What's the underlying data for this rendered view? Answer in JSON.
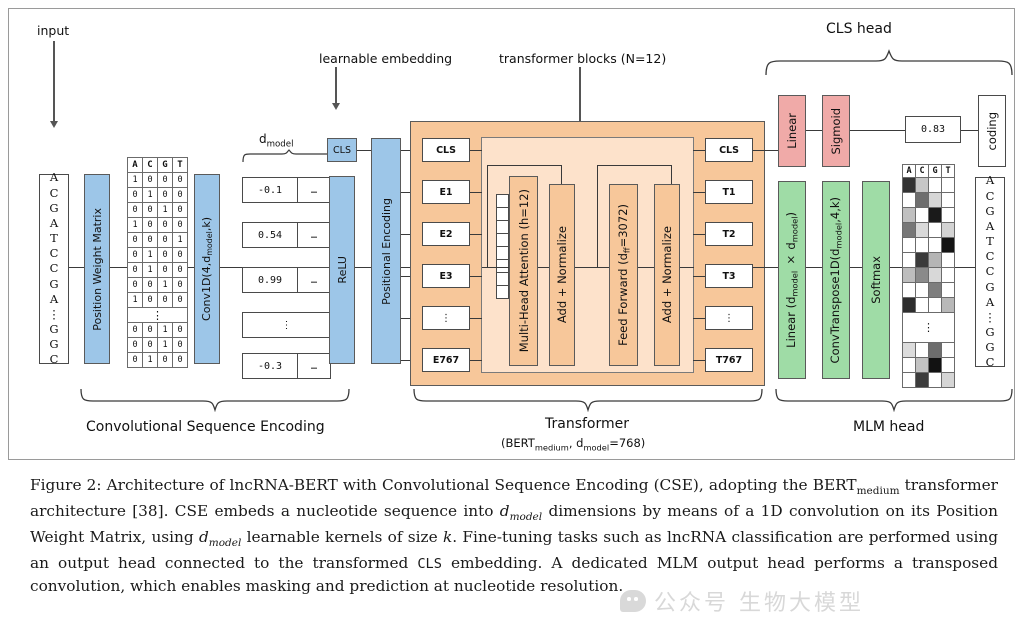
{
  "figure": {
    "annotations": {
      "input": "input",
      "learnable_embedding": "learnable embedding",
      "transformer_blocks": "transformer blocks (N=12)",
      "cls_head": "CLS head",
      "d_model": "d",
      "d_model_sub": "model"
    },
    "input_sequence": [
      "A",
      "C",
      "G",
      "A",
      "T",
      "C",
      "C",
      "G",
      "A",
      "⋮",
      "G",
      "G",
      "C"
    ],
    "output_sequence": [
      "A",
      "C",
      "G",
      "A",
      "T",
      "C",
      "C",
      "G",
      "A",
      "⋮",
      "G",
      "G",
      "C"
    ],
    "pwm": {
      "label": "Position Weight Matrix",
      "headers": [
        "A",
        "C",
        "G",
        "T"
      ],
      "rows_top": [
        [
          1,
          0,
          0,
          0
        ],
        [
          0,
          1,
          0,
          0
        ],
        [
          0,
          0,
          1,
          0
        ],
        [
          1,
          0,
          0,
          0
        ],
        [
          0,
          0,
          0,
          1
        ],
        [
          0,
          1,
          0,
          0
        ],
        [
          0,
          1,
          0,
          0
        ],
        [
          0,
          0,
          1,
          0
        ],
        [
          1,
          0,
          0,
          0
        ]
      ],
      "ellipsis": "⋮",
      "rows_bottom": [
        [
          0,
          0,
          1,
          0
        ],
        [
          0,
          0,
          1,
          0
        ],
        [
          0,
          1,
          0,
          0
        ]
      ]
    },
    "conv1d": {
      "label": "Conv1D(4,d",
      "label_sub": "model",
      "label_tail": ",k)"
    },
    "embeddings": {
      "values": [
        "-0.1",
        "0.54",
        "0.99",
        "⋮",
        "-0.3"
      ],
      "ellipsis_cell": "…"
    },
    "relu": {
      "label": "ReLU"
    },
    "positional_encoding": {
      "label": "Positional Encoding"
    },
    "cls_token": {
      "label": "CLS"
    },
    "transformer": {
      "input_tokens": [
        "CLS",
        "E1",
        "E2",
        "E3",
        "⋮",
        "E767"
      ],
      "output_tokens": [
        "CLS",
        "T1",
        "T2",
        "T3",
        "⋮",
        "T767"
      ],
      "mha": {
        "label": "Multi-Head Attention (h=12)"
      },
      "add_norm_1": {
        "label": "Add + Normalize"
      },
      "ffn": {
        "label": "Feed Forward (d",
        "label_sub": "ff",
        "label_tail": "=3072)"
      },
      "add_norm_2": {
        "label": "Add + Normalize"
      },
      "brace_label": "Transformer",
      "brace_sub_pre": "(BERT",
      "brace_sub_sub": "medium",
      "brace_sub_mid": ", d",
      "brace_sub_sub2": "model",
      "brace_sub_tail": "=768)"
    },
    "cse": {
      "brace_label": "Convolutional Sequence Encoding"
    },
    "cls_head_blocks": {
      "linear": "Linear",
      "sigmoid": "Sigmoid",
      "score": "0.83",
      "prediction": "coding"
    },
    "mlm_head": {
      "brace_label": "MLM head",
      "linear_pre": "Linear (d",
      "linear_sub1": "model",
      "linear_mid": " × d",
      "linear_sub2": "model",
      "linear_tail": ")",
      "convtranspose_pre": "ConvTranspose1D(d",
      "convtranspose_sub": "model",
      "convtranspose_tail": ",4,k)",
      "softmax": "Softmax",
      "heatmap": {
        "headers": [
          "A",
          "C",
          "G",
          "T"
        ],
        "rows_top": [
          [
            "#333333",
            "#c7c7c7",
            "#ffffff",
            "#ffffff"
          ],
          [
            "#ffffff",
            "#6e6e6e",
            "#d6d6d6",
            "#ffffff"
          ],
          [
            "#c0c0c0",
            "#ffffff",
            "#1a1a1a",
            "#ffffff"
          ],
          [
            "#777777",
            "#d9d9d9",
            "#ffffff",
            "#d3d3d3"
          ],
          [
            "#ffffff",
            "#ffffff",
            "#ffffff",
            "#141414"
          ],
          [
            "#ffffff",
            "#3a3a3a",
            "#b5b5b5",
            "#ffffff"
          ],
          [
            "#bdbdbd",
            "#8a8a8a",
            "#d8d8d8",
            "#ffffff"
          ],
          [
            "#ffffff",
            "#ffffff",
            "#7e7e7e",
            "#ffffff"
          ],
          [
            "#2e2e2e",
            "#ffffff",
            "#ffffff",
            "#b8b8b8"
          ]
        ],
        "ellipsis": "⋮",
        "rows_bottom": [
          [
            "#dcdcdc",
            "#ffffff",
            "#6d6d6d",
            "#ffffff"
          ],
          [
            "#ffffff",
            "#c3c3c3",
            "#121212",
            "#ffffff"
          ],
          [
            "#ffffff",
            "#3c3c3c",
            "#ffffff",
            "#d5d5d5"
          ]
        ]
      }
    },
    "colors": {
      "blue": "#9dc6e8",
      "orange": "#f7c79a",
      "orange_light": "#fde2cb",
      "pink": "#f0aaa8",
      "green": "#9fdca6",
      "stroke": "#4a4a4a"
    }
  },
  "caption": {
    "p1": "Figure 2: Architecture of lncRNA-BERT with Convolutional Sequence Encoding (CSE), adopting the BERT",
    "sub1": "medium",
    "p2": " transformer architecture [38]. CSE embeds a nucleotide sequence into ",
    "math1": "d",
    "math1_sub": "model",
    "p3": " dimensions by means of a 1D convolution on its Position Weight Matrix, using ",
    "math2": "d",
    "math2_sub": "model",
    "p4": " learnable kernels of size ",
    "math3": "k",
    "p5": ". Fine-tuning tasks such as lncRNA classification are performed using an output head connected to the transformed ",
    "tt1": "CLS",
    "p6": " embedding. A dedicated MLM output head performs a transposed convolution, which enables masking and prediction at nucleotide resolution."
  },
  "watermark": {
    "text": "公众号  生物大模型"
  }
}
